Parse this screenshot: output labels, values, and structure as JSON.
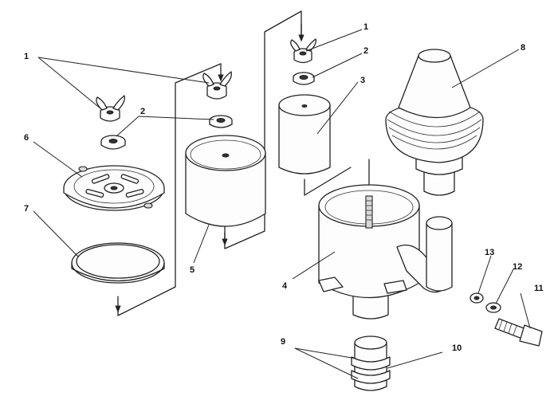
{
  "callouts": [
    "1",
    "2",
    "6",
    "7",
    "5",
    "1",
    "2",
    "3",
    "8",
    "4",
    "13",
    "12",
    "11",
    "9",
    "10"
  ]
}
